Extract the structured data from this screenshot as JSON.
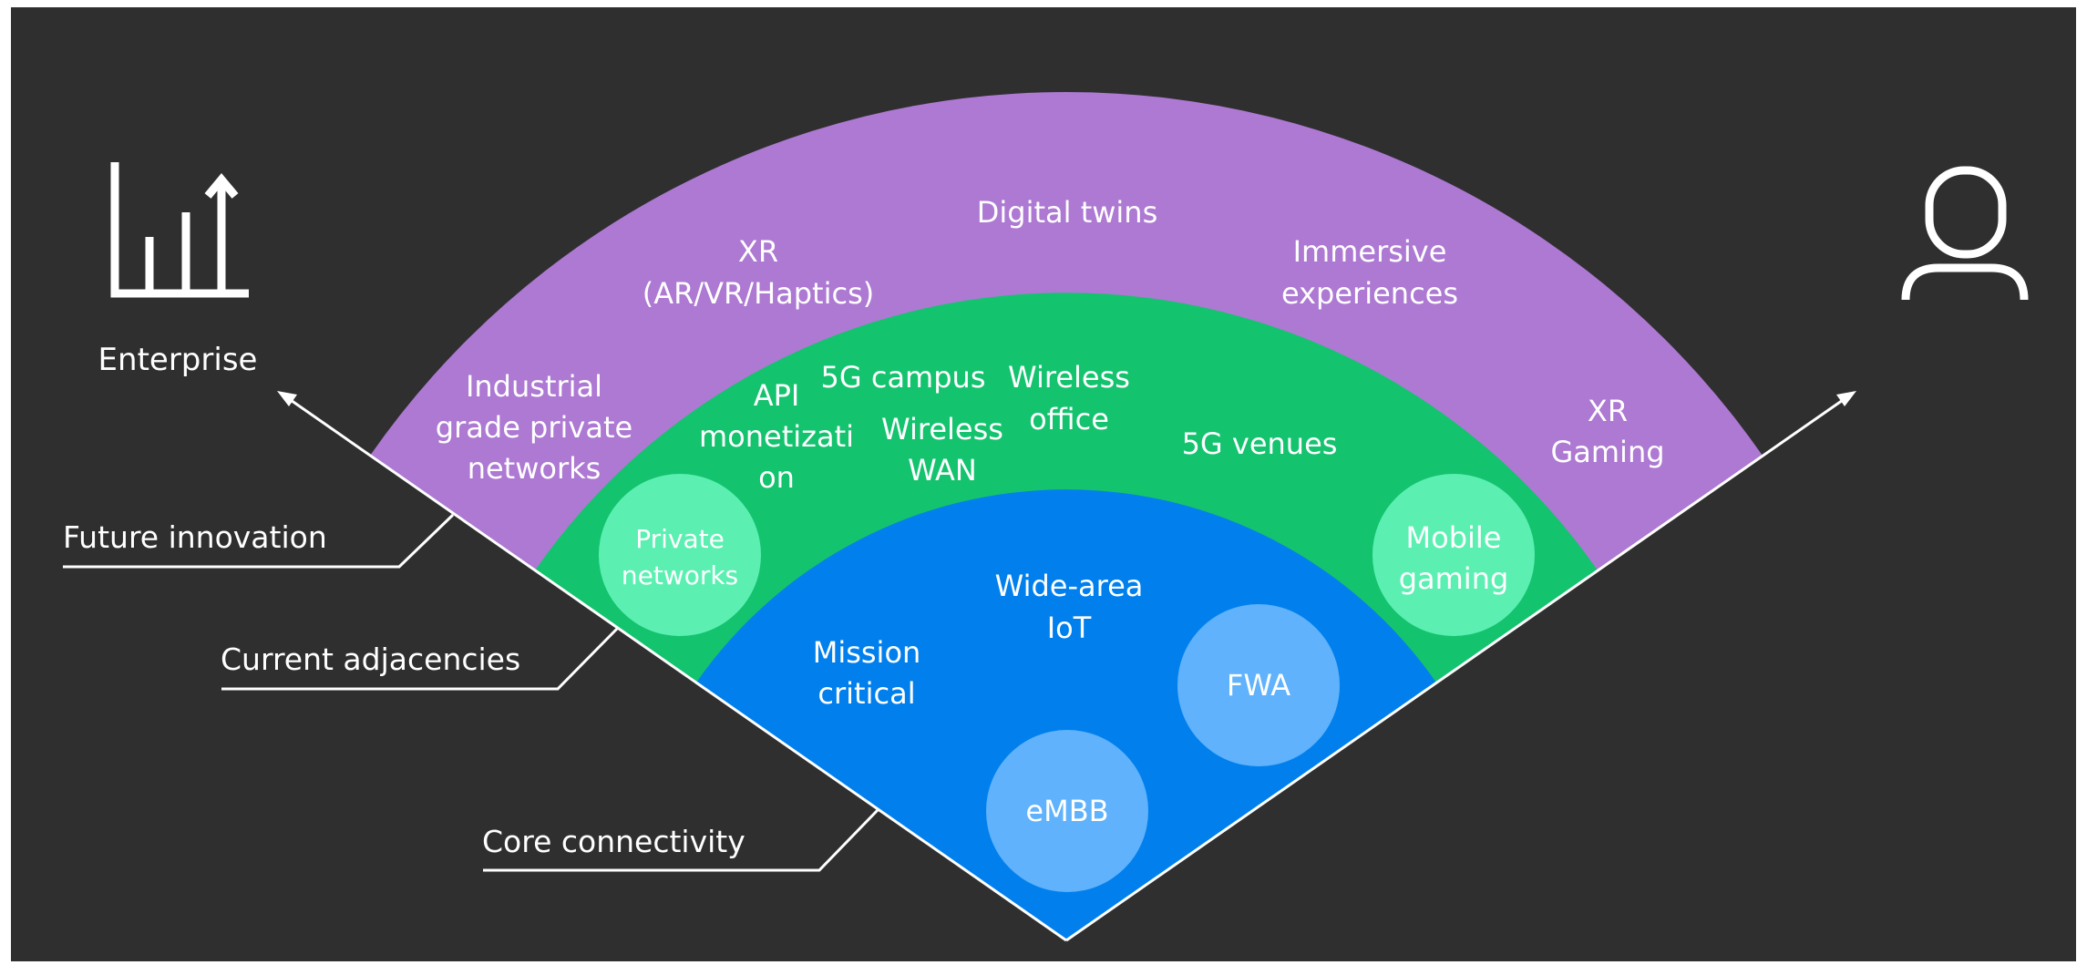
{
  "colors": {
    "background": "#2f2f2f",
    "frame": "#ffffff",
    "future_ring": "#ad79d3",
    "adjacency_ring": "#14c36e",
    "core_ring": "#0180ed",
    "light_green_bubble": "#5bf0b2",
    "light_blue_bubble": "#5fb2fb",
    "line": "#ffffff"
  },
  "icons": {
    "enterprise": "bar-chart-arrow-icon",
    "consumer": "person-icon"
  },
  "sides": {
    "left": "Enterprise",
    "right": ""
  },
  "layers": {
    "future": "Future innovation",
    "current": "Current adjacencies",
    "core": "Core connectivity"
  },
  "future_items": {
    "industrial": [
      "Industrial",
      "grade private",
      "networks"
    ],
    "xr": [
      "XR",
      "(AR/VR/Haptics)"
    ],
    "digital_twins": "Digital twins",
    "immersive": [
      "Immersive",
      "experiences"
    ],
    "xr_gaming": [
      "XR",
      "Gaming"
    ]
  },
  "current_items": {
    "api": [
      "API",
      "monetizati",
      "on"
    ],
    "campus": "5G campus",
    "wireless_wan": [
      "Wireless",
      "WAN"
    ],
    "wireless_office": [
      "Wireless",
      "office"
    ],
    "venues": "5G venues",
    "private_networks": [
      "Private",
      "networks"
    ],
    "mobile_gaming": [
      "Mobile",
      "gaming"
    ]
  },
  "core_items": {
    "mission_critical": [
      "Mission",
      "critical"
    ],
    "wide_area_iot": [
      "Wide-area",
      "IoT"
    ],
    "fwa": "FWA",
    "embb": "eMBB"
  }
}
